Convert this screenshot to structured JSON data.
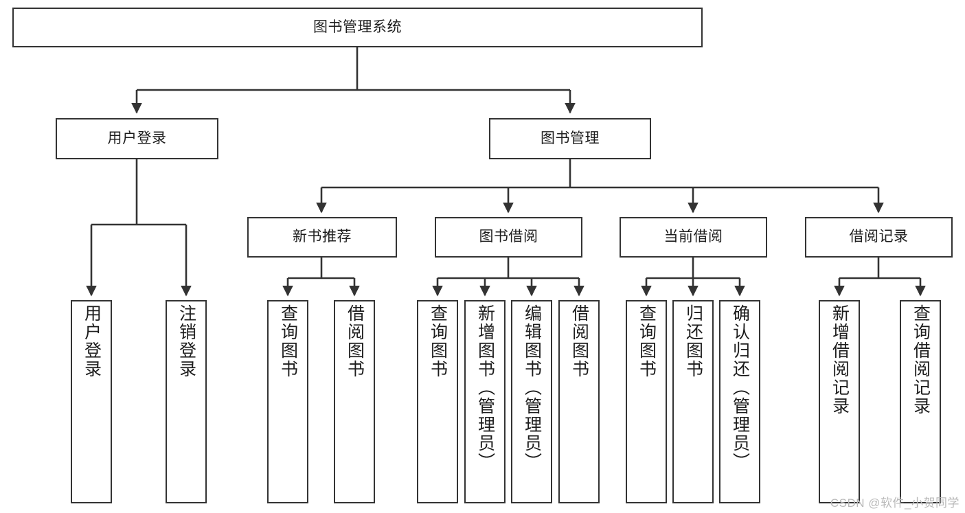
{
  "diagram": {
    "title": "图书管理系统",
    "type": "hierarchy-tree",
    "orientation": "top-down",
    "colors": {
      "box_border": "#333333",
      "box_fill": "#ffffff",
      "edge": "#333333",
      "text": "#1d1d1d",
      "watermark": "#b9b9b9",
      "background": "#ffffff"
    },
    "root": {
      "label": "图书管理系统"
    },
    "level1": [
      {
        "label": "用户登录"
      },
      {
        "label": "图书管理"
      }
    ],
    "level2": [
      {
        "label": "新书推荐"
      },
      {
        "label": "图书借阅"
      },
      {
        "label": "当前借阅"
      },
      {
        "label": "借阅记录"
      }
    ],
    "leaves": {
      "user_login": [
        {
          "label": "用户登录"
        },
        {
          "label": "注销登录"
        }
      ],
      "new_book_recommend": [
        {
          "label": "查询图书"
        },
        {
          "label": "借阅图书"
        }
      ],
      "book_borrow": [
        {
          "label": "查询图书"
        },
        {
          "label": "新增图书（管理员）"
        },
        {
          "label": "编辑图书（管理员）"
        },
        {
          "label": "借阅图书"
        }
      ],
      "current_borrow": [
        {
          "label": "查询图书"
        },
        {
          "label": "归还图书"
        },
        {
          "label": "确认归还（管理员）"
        }
      ],
      "borrow_record": [
        {
          "label": "新增借阅记录"
        },
        {
          "label": "查询借阅记录"
        }
      ]
    }
  },
  "watermark": {
    "text": "CSDN @软件_小贺同学"
  }
}
